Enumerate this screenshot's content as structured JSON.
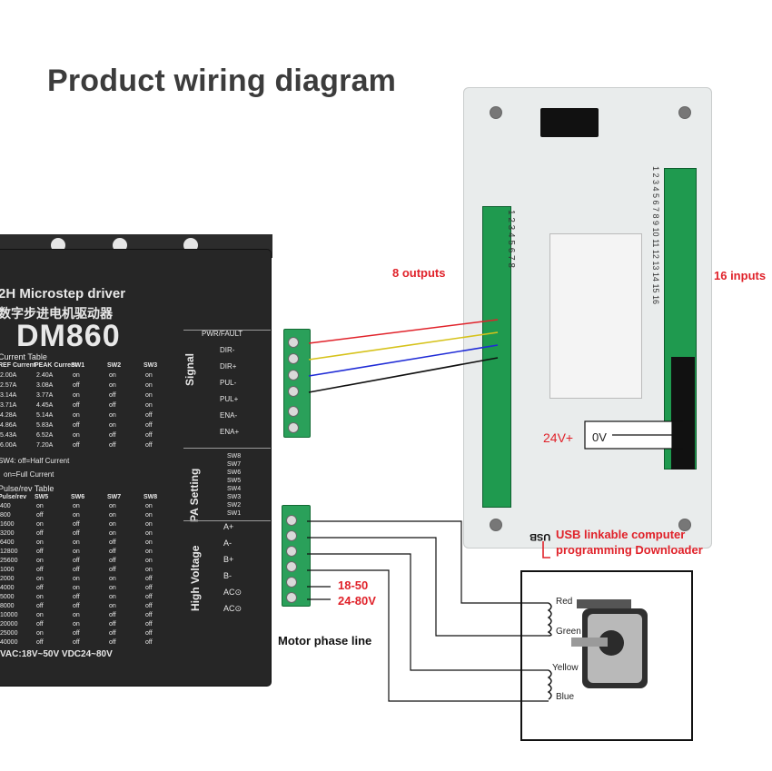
{
  "title": "Product wiring diagram",
  "driver": {
    "header": "2H Microstep driver",
    "chinese": "数字步进电机驱动器",
    "model": "DM860",
    "current_table_title": "Current Table",
    "current_table_cols": [
      "REF Current",
      "PEAK Current",
      "SW1",
      "SW2",
      "SW3"
    ],
    "current_rows": [
      [
        "2.00A",
        "2.40A",
        "on",
        "on",
        "on"
      ],
      [
        "2.57A",
        "3.08A",
        "off",
        "on",
        "on"
      ],
      [
        "3.14A",
        "3.77A",
        "on",
        "off",
        "on"
      ],
      [
        "3.71A",
        "4.45A",
        "off",
        "off",
        "on"
      ],
      [
        "4.28A",
        "5.14A",
        "on",
        "on",
        "off"
      ],
      [
        "4.86A",
        "5.83A",
        "off",
        "on",
        "off"
      ],
      [
        "5.43A",
        "6.52A",
        "on",
        "off",
        "off"
      ],
      [
        "6.00A",
        "7.20A",
        "off",
        "off",
        "off"
      ]
    ],
    "sw4_note": "SW4: off=Half Current",
    "sw4_note2": "on=Full Current",
    "pulse_table_title": "Pulse/rev Table",
    "pulse_table_cols": [
      "Pulse/rev",
      "SW5",
      "SW6",
      "SW7",
      "SW8"
    ],
    "pulse_rows": [
      [
        "400",
        "on",
        "on",
        "on",
        "on"
      ],
      [
        "800",
        "off",
        "on",
        "on",
        "on"
      ],
      [
        "1600",
        "on",
        "off",
        "on",
        "on"
      ],
      [
        "3200",
        "off",
        "off",
        "on",
        "on"
      ],
      [
        "6400",
        "on",
        "on",
        "off",
        "on"
      ],
      [
        "12800",
        "off",
        "on",
        "off",
        "on"
      ],
      [
        "25600",
        "on",
        "off",
        "off",
        "on"
      ],
      [
        "1000",
        "off",
        "off",
        "off",
        "on"
      ],
      [
        "2000",
        "on",
        "on",
        "on",
        "off"
      ],
      [
        "4000",
        "off",
        "on",
        "on",
        "off"
      ],
      [
        "5000",
        "on",
        "off",
        "on",
        "off"
      ],
      [
        "8000",
        "off",
        "off",
        "on",
        "off"
      ],
      [
        "10000",
        "on",
        "on",
        "off",
        "off"
      ],
      [
        "20000",
        "off",
        "on",
        "off",
        "off"
      ],
      [
        "25000",
        "on",
        "off",
        "off",
        "off"
      ],
      [
        "40000",
        "off",
        "off",
        "off",
        "off"
      ]
    ],
    "voltage_note": "VAC:18V~50V  VDC24~80V",
    "pwr_fault": "PWR/FAULT",
    "signal_label": "Signal",
    "signal_pins": [
      "DIR-",
      "DIR+",
      "PUL-",
      "PUL+",
      "ENA-",
      "ENA+"
    ],
    "pa_setting_label": "PA Setting",
    "sw_labels": [
      "SW8",
      "SW7",
      "SW6",
      "SW5",
      "SW4",
      "SW3",
      "SW2",
      "SW1"
    ],
    "high_voltage_label": "High Voltage",
    "power_pins": [
      "A+",
      "A-",
      "B+",
      "B-",
      "AC⊙",
      "AC⊙"
    ]
  },
  "annotations": {
    "outputs": "8 outputs",
    "inputs": "16 inputs",
    "v24": "24V+",
    "v0": "0V",
    "usb_line1": "USB linkable computer",
    "usb_line2": "programming Downloader",
    "range1": "18-50",
    "range2": "24-80V",
    "motor_phase": "Motor phase line"
  },
  "controller": {
    "output_numbers": "1 2 3 4 5 6 7 8",
    "input_numbers": "1 2 3 4 5 6 7 8 9 10 11 12 13 14 15 16",
    "usb_label": "USB"
  },
  "motor": {
    "wires": [
      "Red",
      "Green",
      "Yellow",
      "Blue"
    ]
  },
  "colors": {
    "wire_red": "#e0222a",
    "wire_yellow": "#d6c21a",
    "wire_blue": "#1f2bd6",
    "wire_black": "#111111",
    "terminal_green": "#1f9a4f",
    "driver_body": "#262626",
    "annotation_red": "#e0222a"
  }
}
